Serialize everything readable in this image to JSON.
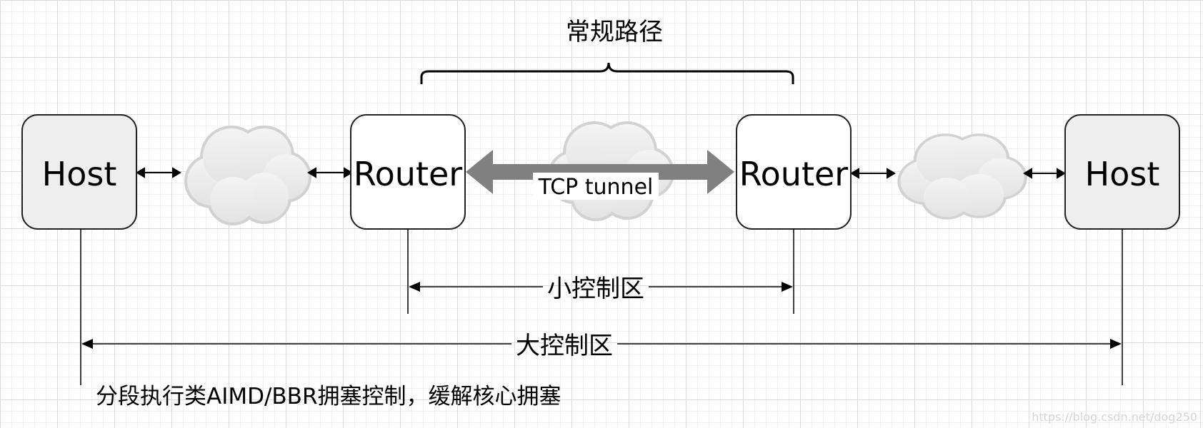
{
  "title": "常规路径",
  "nodes": {
    "host_left": "Host",
    "router_left": "Router",
    "router_right": "Router",
    "host_right": "Host"
  },
  "tunnel_label": "TCP tunnel",
  "small_zone_label": "小控制区",
  "large_zone_label": "大控制区",
  "caption": "分段执行类AIMD/BBR拥塞控制，缓解核心拥塞",
  "watermark": "https://blog.csdn.net/dog250",
  "colors": {
    "line": "#000000",
    "host_fill": "#eeeeee",
    "router_fill": "#ffffff",
    "tunnel_arrow": "#808080",
    "cloud": "#d4d4d4"
  }
}
